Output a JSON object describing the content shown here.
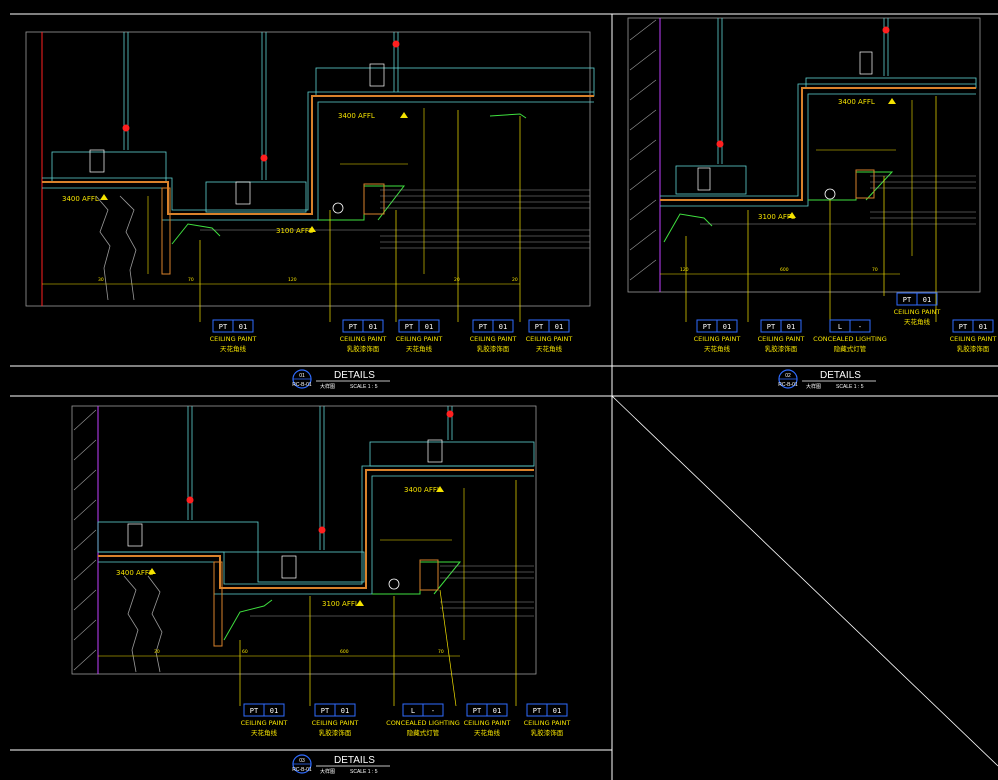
{
  "details": [
    {
      "number": "01",
      "title": "DETAILS",
      "ref": "RC-B-01",
      "cn_title": "大样图",
      "scale": "SCALE  1 : 5",
      "elevations": [
        "3400 AFFL",
        "3400 AFFL",
        "3100 AFFL"
      ],
      "tags": [
        {
          "code": "PT",
          "num": "01",
          "label_en": "CEILING PAINT",
          "label_cn": "天花角线"
        },
        {
          "code": "PT",
          "num": "01",
          "label_en": "CEILING PAINT",
          "label_cn": "乳胶漆饰面"
        },
        {
          "code": "PT",
          "num": "01",
          "label_en": "CEILING PAINT",
          "label_cn": "天花角线"
        },
        {
          "code": "PT",
          "num": "01",
          "label_en": "CEILING PAINT",
          "label_cn": "乳胶漆饰面"
        },
        {
          "code": "PT",
          "num": "01",
          "label_en": "CEILING PAINT",
          "label_cn": "天花角线"
        }
      ]
    },
    {
      "number": "02",
      "title": "DETAILS",
      "ref": "RC-B-01",
      "cn_title": "大样图",
      "scale": "SCALE  1 : 5",
      "elevations": [
        "3400 AFFL",
        "3100 AFFL"
      ],
      "tags": [
        {
          "code": "PT",
          "num": "01",
          "label_en": "CEILING PAINT",
          "label_cn": "天花角线"
        },
        {
          "code": "PT",
          "num": "01",
          "label_en": "CEILING PAINT",
          "label_cn": "乳胶漆饰面"
        },
        {
          "code": "L",
          "num": "-",
          "label_en": "CONCEALED LIGHTING",
          "label_cn": "隐藏式灯管"
        },
        {
          "code": "PT",
          "num": "01",
          "label_en": "CEILING PAINT",
          "label_cn": "天花角线"
        },
        {
          "code": "PT",
          "num": "01",
          "label_en": "CEILING PAINT",
          "label_cn": "乳胶漆饰面"
        }
      ]
    },
    {
      "number": "03",
      "title": "DETAILS",
      "ref": "RC-B-01",
      "cn_title": "大样图",
      "scale": "SCALE  1 : 5",
      "elevations": [
        "3400 AFFL",
        "3400 AFFL",
        "3100 AFFL"
      ],
      "tags": [
        {
          "code": "PT",
          "num": "01",
          "label_en": "CEILING PAINT",
          "label_cn": "天花角线"
        },
        {
          "code": "PT",
          "num": "01",
          "label_en": "CEILING PAINT",
          "label_cn": "乳胶漆饰面"
        },
        {
          "code": "L",
          "num": "-",
          "label_en": "CONCEALED LIGHTING",
          "label_cn": "隐藏式灯管"
        },
        {
          "code": "PT",
          "num": "01",
          "label_en": "CEILING PAINT",
          "label_cn": "天花角线"
        },
        {
          "code": "PT",
          "num": "01",
          "label_en": "CEILING PAINT",
          "label_cn": "乳胶漆饰面"
        }
      ]
    }
  ],
  "dimensions": {
    "d1": [
      "30",
      "70",
      "120",
      "20",
      "20"
    ],
    "d2": [
      "120",
      "600",
      "70"
    ],
    "d3": [
      "30",
      "60",
      "600",
      "70"
    ]
  },
  "colors": {
    "background": "#000000",
    "frame": "#ffffff",
    "cyan": "#5fd3d3",
    "yellow": "#f5e300",
    "orange": "#d9822b",
    "green": "#3fe03f",
    "blue": "#2f6cff",
    "red": "#ff2020",
    "magenta": "#c040ff"
  }
}
